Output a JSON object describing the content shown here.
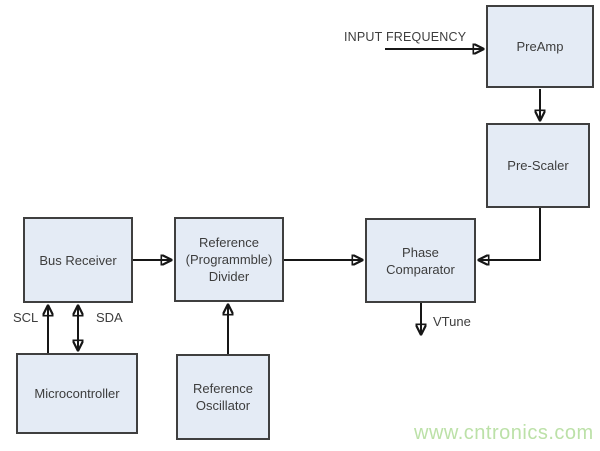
{
  "diagram": {
    "type": "block-diagram",
    "blocks": [
      {
        "id": "preamp",
        "label": "PreAmp"
      },
      {
        "id": "prescaler",
        "label": "Pre-Scaler"
      },
      {
        "id": "phase-comparator",
        "label": "Phase\nComparator"
      },
      {
        "id": "bus-receiver",
        "label": "Bus Receiver"
      },
      {
        "id": "reference-divider",
        "label": "Reference\n(Programmble)\nDivider"
      },
      {
        "id": "microcontroller",
        "label": "Microcontroller"
      },
      {
        "id": "reference-oscillator",
        "label": "Reference\nOscillator"
      }
    ],
    "labels": {
      "input_frequency": "INPUT FREQUENCY",
      "scl": "SCL",
      "sda": "SDA",
      "vtune": "VTune"
    },
    "connections": [
      {
        "from": "input-frequency",
        "to": "preamp",
        "arrow": "end"
      },
      {
        "from": "preamp",
        "to": "prescaler",
        "arrow": "end"
      },
      {
        "from": "prescaler",
        "to": "phase-comparator",
        "arrow": "end"
      },
      {
        "from": "bus-receiver",
        "to": "reference-divider",
        "arrow": "end"
      },
      {
        "from": "reference-divider",
        "to": "phase-comparator",
        "arrow": "end"
      },
      {
        "from": "reference-oscillator",
        "to": "reference-divider",
        "arrow": "end"
      },
      {
        "from": "microcontroller",
        "to": "bus-receiver",
        "arrow": "end",
        "label": "SCL"
      },
      {
        "from": "microcontroller",
        "to": "bus-receiver",
        "arrow": "both",
        "label": "SDA"
      },
      {
        "from": "phase-comparator",
        "to": "vtune-output",
        "arrow": "end",
        "label": "VTune"
      }
    ],
    "watermark": "www.cntronics.com",
    "colors": {
      "block_fill": "#e4ebf5",
      "block_border": "#3f3f3f",
      "line": "#161616",
      "text": "#3d3d3d",
      "watermark": "#bce1a8"
    }
  }
}
